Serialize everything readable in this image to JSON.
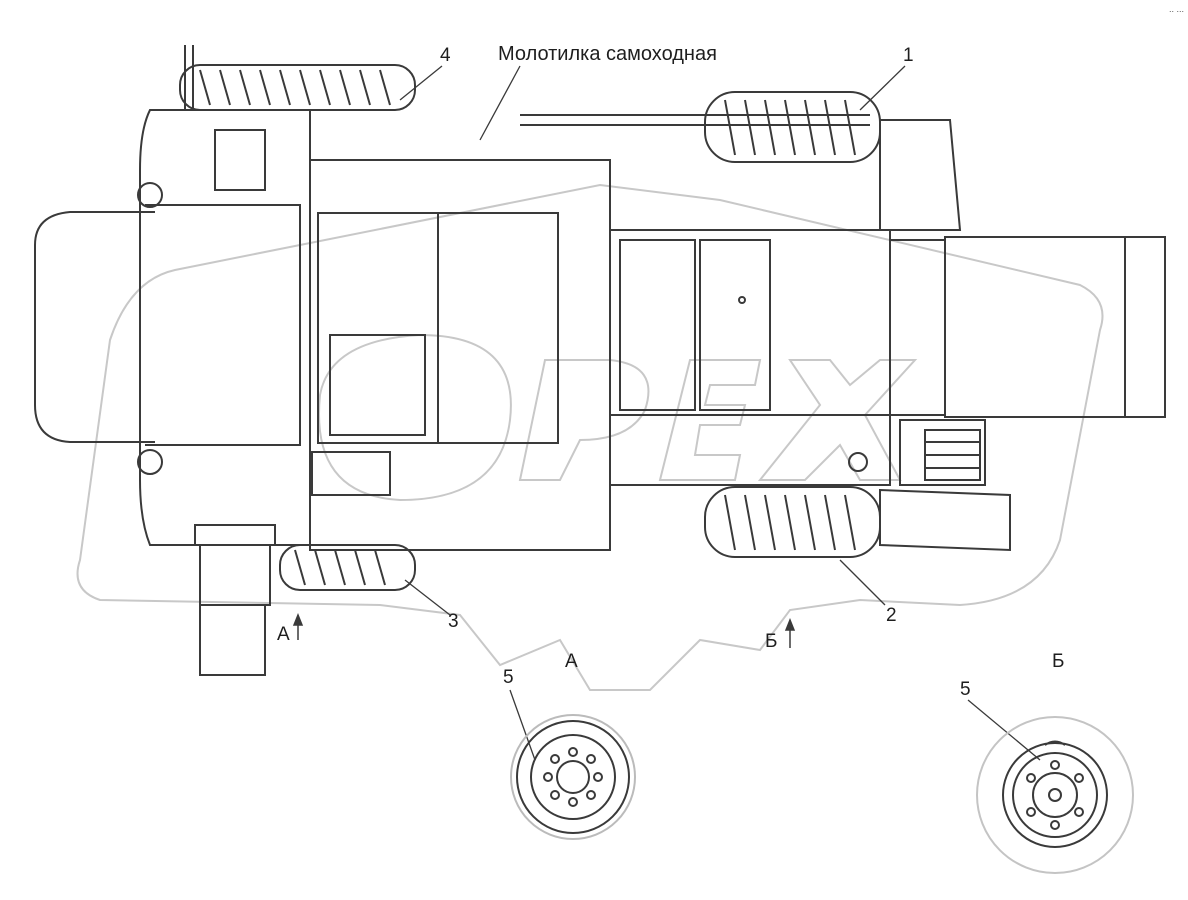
{
  "title": "Молотилка самоходная",
  "callouts": {
    "c1": "1",
    "c2": "2",
    "c3": "3",
    "c4": "4",
    "c5a": "5",
    "c5b": "5"
  },
  "views": {
    "a_arrow": "А",
    "b_arrow": "Б",
    "a_title": "А",
    "b_title": "Б"
  },
  "watermark": "ОРЕХ",
  "corner_mark": ".. ..."
}
